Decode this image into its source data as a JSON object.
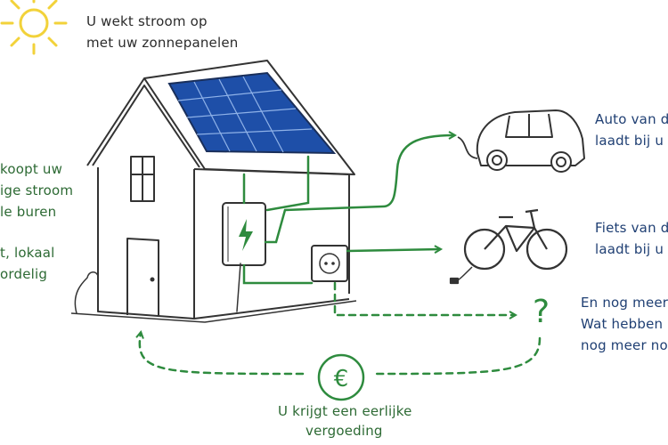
{
  "colors": {
    "accent_green": "#2e8b3e",
    "text_blue": "#1f3f73",
    "text_green": "#2d6a34",
    "sun": "#f2d23a",
    "panel": "#1e4fa8"
  },
  "icons": {
    "sun": "sun-icon",
    "inverter": "lightning-icon",
    "socket": "power-socket-icon",
    "car": "car-icon",
    "bike": "bicycle-icon",
    "question": "question-mark-icon",
    "euro": "euro-icon"
  },
  "labels": {
    "sun_line1": "U wekt stroom op",
    "sun_line2": "met uw zonnepanelen",
    "sell_line1": "koopt uw",
    "sell_line2": "ige stroom",
    "sell_line3": "le buren",
    "local_line1": "t, lokaal",
    "local_line2": "ordelig",
    "car_line1": "Auto van d",
    "car_line2": "laadt bij u",
    "bike_line1": "Fiets van d",
    "bike_line2": "laadt bij u",
    "more_line1": "En nog meer",
    "more_line2": "Wat hebben uw",
    "more_line3": "nog meer nodi",
    "question_mark": "?",
    "euro_symbol": "€",
    "pay_line1": "U krijgt een eerlijke",
    "pay_line2": "vergoeding"
  }
}
